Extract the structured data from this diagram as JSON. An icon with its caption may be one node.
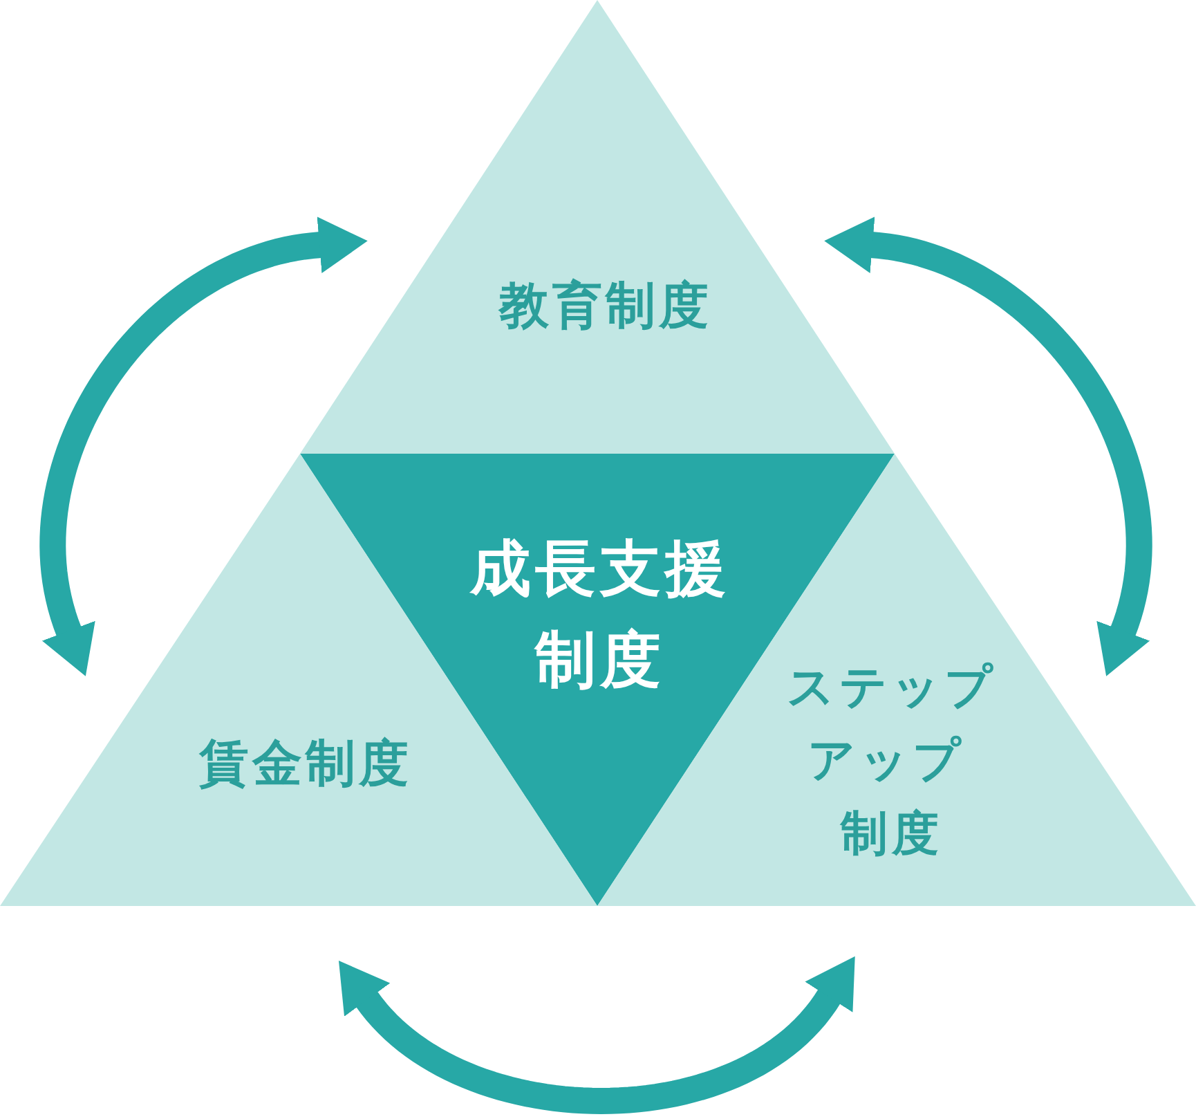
{
  "diagram": {
    "nodes": [
      {
        "text": [
          "教育制度"
        ]
      },
      {
        "text": [
          "成長支援制度"
        ]
      },
      {
        "text": [
          "賃金制度"
        ]
      },
      {
        "text": [
          "ステップアップ制度"
        ]
      }
    ],
    "edges": [
      {
        "from": 0,
        "to": 2,
        "arrow": "both"
      },
      {
        "from": 0,
        "to": 3,
        "arrow": "both"
      },
      {
        "from": 2,
        "to": 3,
        "arrow": "both"
      }
    ]
  }
}
